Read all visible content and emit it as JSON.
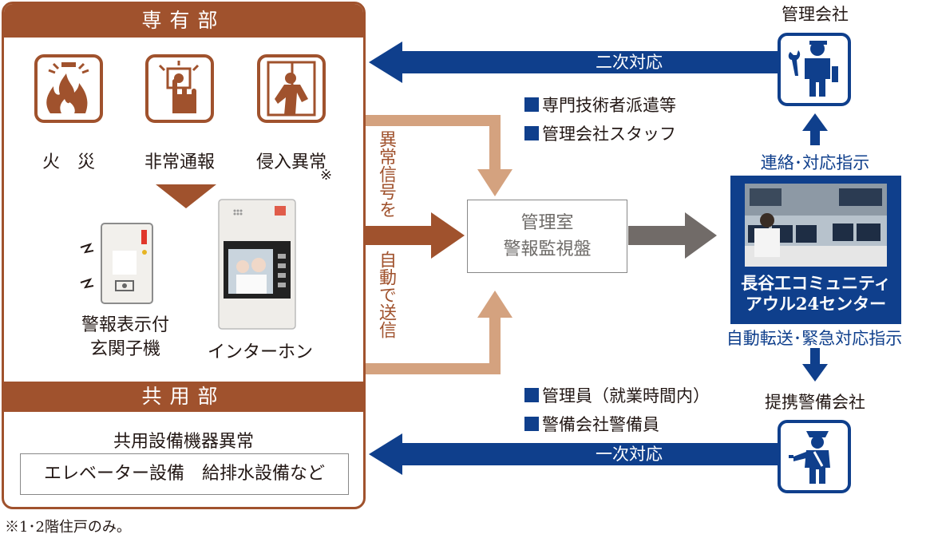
{
  "private_area": {
    "title": "専有部",
    "icons": [
      {
        "label": "火　災",
        "icon": "fire-icon"
      },
      {
        "label": "非常通報",
        "icon": "emergency-button-icon"
      },
      {
        "label": "侵入異常",
        "icon": "intruder-icon",
        "note_mark": "※"
      }
    ],
    "devices": [
      {
        "label_line1": "警報表示付",
        "label_line2": "玄関子機",
        "icon": "door-station-icon"
      },
      {
        "label": "インターホン",
        "icon": "intercom-monitor-icon"
      }
    ]
  },
  "common_area": {
    "title": "共用部",
    "subtitle": "共用設備機器異常",
    "equipment": "エレベーター設備　給排水設備など"
  },
  "footnote": "※1･2階住戸のみ。",
  "signal_text_top": "異常信号を",
  "signal_text_bottom": "自動で送信",
  "control_room": {
    "line1": "管理室",
    "line2": "警報監視盤"
  },
  "management_company": {
    "label": "管理会社",
    "icon": "technician-icon"
  },
  "contact_instruction": "連絡･対応指示",
  "center": {
    "line1": "長谷工コミュニティ",
    "line2": "アウル24センター"
  },
  "auto_transfer": "自動転送･緊急対応指示",
  "security_company": {
    "label": "提携警備会社",
    "icon": "security-guard-icon"
  },
  "secondary_response": {
    "label": "二次対応",
    "items": [
      "専門技術者派遣等",
      "管理会社スタッフ"
    ]
  },
  "primary_response": {
    "label": "一次対応",
    "items": [
      "管理員（就業時間内）",
      "警備会社警備員"
    ]
  },
  "colors": {
    "brown": "#a0522d",
    "tan": "#d4a27f",
    "navy": "#0f3f8c",
    "gray": "#716b68"
  }
}
